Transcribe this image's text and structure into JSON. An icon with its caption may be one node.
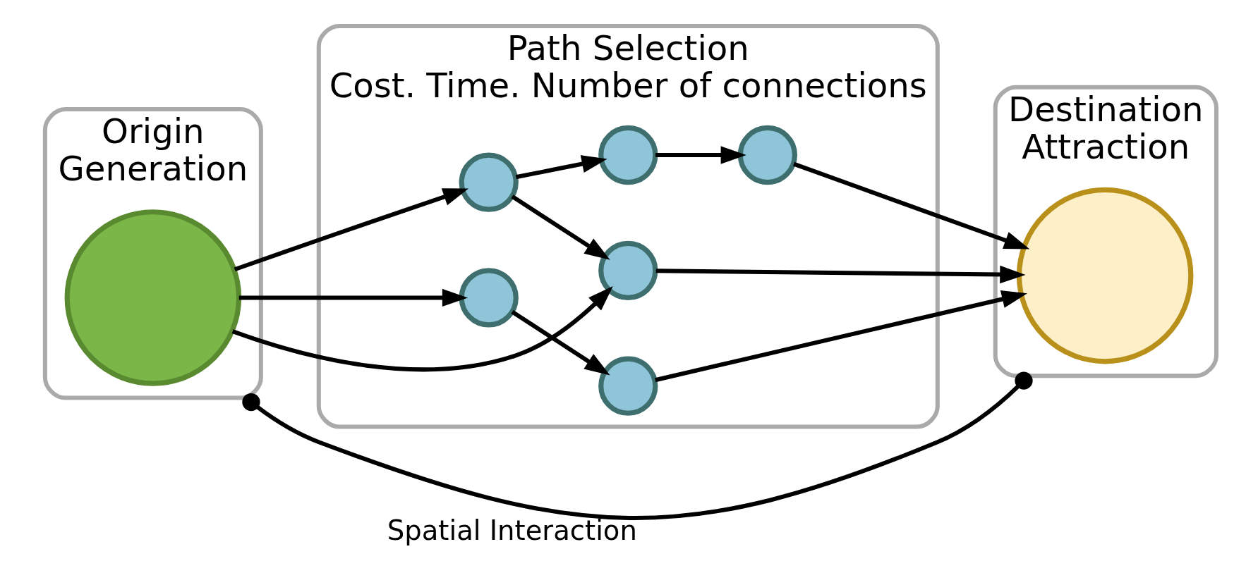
{
  "diagram": {
    "nodes": [
      {
        "text": [
          "Origin",
          "Generation"
        ]
      },
      {
        "text": [],
        "shape": "circle",
        "in": 0
      },
      {
        "text": [
          "Path Selection",
          "Cost. Time. Number of connections"
        ]
      },
      {
        "text": [],
        "shape": "circle",
        "in": 2
      },
      {
        "text": [],
        "shape": "circle",
        "in": 2
      },
      {
        "text": [],
        "shape": "circle",
        "in": 2
      },
      {
        "text": [],
        "shape": "circle",
        "in": 2
      },
      {
        "text": [],
        "shape": "circle",
        "in": 2
      },
      {
        "text": [],
        "shape": "circle",
        "in": 2
      },
      {
        "text": [
          "Destination",
          "Attraction"
        ]
      },
      {
        "text": [],
        "shape": "circle",
        "in": 9
      }
    ],
    "edges": [
      {
        "from": 1,
        "to": 3,
        "arrow": "to"
      },
      {
        "from": 1,
        "to": 6,
        "arrow": "to"
      },
      {
        "from": 1,
        "to": 4,
        "arrow": "to"
      },
      {
        "from": 3,
        "to": 5,
        "arrow": "to"
      },
      {
        "from": 3,
        "to": 6,
        "arrow": "to"
      },
      {
        "from": 5,
        "to": 8,
        "arrow": "to"
      },
      {
        "from": 4,
        "to": 7,
        "arrow": "to"
      },
      {
        "from": 8,
        "to": 10,
        "arrow": "to"
      },
      {
        "from": 6,
        "to": 10,
        "arrow": "to"
      },
      {
        "from": 7,
        "to": 10,
        "arrow": "to"
      },
      {
        "from": 0,
        "to": 9,
        "arrow": "other",
        "label": "Spatial Interaction"
      }
    ]
  }
}
